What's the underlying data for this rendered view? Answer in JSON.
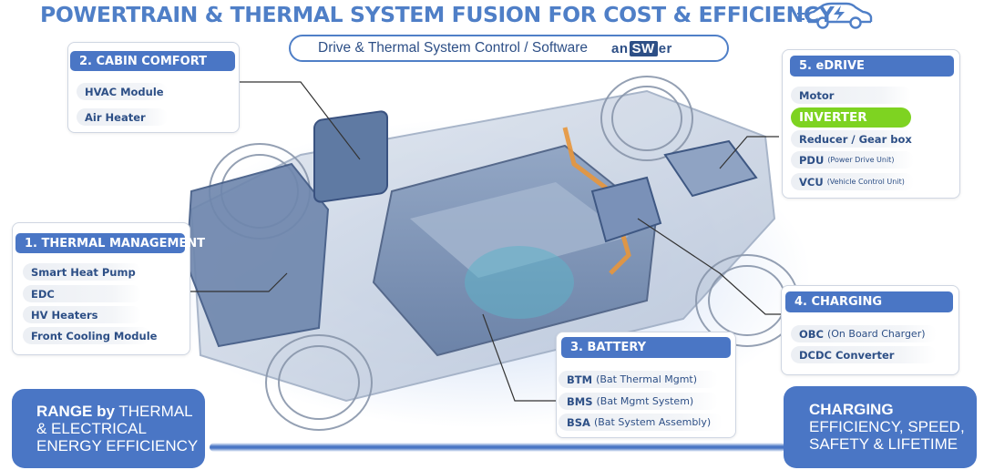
{
  "title": "POWERTRAIN & THERMAL SYSTEM FUSION FOR COST & EFFICIENCY",
  "subtitle": {
    "text": "Drive & Thermal System Control / Software",
    "brand_prefix": "an",
    "brand_highlight": "SW",
    "brand_suffix": "er"
  },
  "icons": [
    "car-charging-icon"
  ],
  "colors": {
    "primary": "#4a76c5",
    "text": "#2d4f86",
    "highlight": "#7ed321"
  },
  "panels": {
    "cabin_comfort": {
      "header": "2. CABIN COMFORT",
      "items": [
        "HVAC Module",
        "Air Heater"
      ]
    },
    "thermal_management": {
      "header": "1. THERMAL MANAGEMENT",
      "items": [
        "Smart Heat Pump",
        "EDC",
        "HV Heaters",
        "Front Cooling Module"
      ]
    },
    "edrive": {
      "header": "5. eDRIVE",
      "items": [
        {
          "label": "Motor",
          "note": ""
        },
        {
          "label": "INVERTER",
          "note": "",
          "highlighted": true
        },
        {
          "label": "Reducer / Gear box",
          "note": ""
        },
        {
          "label": "PDU",
          "note": "(Power Drive Unit)"
        },
        {
          "label": "VCU",
          "note": "(Vehicle Control Unit)"
        }
      ]
    },
    "charging": {
      "header": "4. CHARGING",
      "items": [
        {
          "label": "OBC",
          "note": "(On Board Charger)"
        },
        {
          "label": "DCDC Converter",
          "note": ""
        }
      ]
    },
    "battery": {
      "header": "3. BATTERY",
      "items": [
        {
          "label": "BTM",
          "note": "(Bat Thermal Mgmt)"
        },
        {
          "label": "BMS",
          "note": "(Bat Mgmt System)"
        },
        {
          "label": "BSA",
          "note": "(Bat System Assembly)"
        }
      ]
    }
  },
  "range_box": {
    "bold": "RANGE by",
    "line1_rest": "THERMAL",
    "line2": "& ELECTRICAL",
    "line3": "ENERGY EFFICIENCY"
  },
  "charging_box": {
    "bold": "CHARGING",
    "line2": "EFFICIENCY, SPEED,",
    "line3": "SAFETY & LIFETIME"
  }
}
